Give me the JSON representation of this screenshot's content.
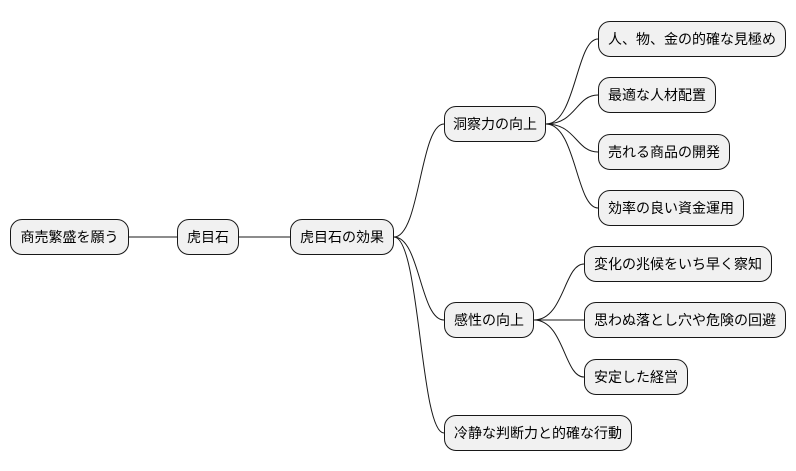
{
  "mindmap": {
    "root": "商売繁盛を願う",
    "level1": "虎目石",
    "level2": "虎目石の効果",
    "branches": [
      {
        "label": "洞察力の向上",
        "children": [
          "人、物、金の的確な見極め",
          "最適な人材配置",
          "売れる商品の開発",
          "効率の良い資金運用"
        ]
      },
      {
        "label": "感性の向上",
        "children": [
          "変化の兆候をいち早く察知",
          "思わぬ落とし穴や危険の回避",
          "安定した経営"
        ]
      },
      {
        "label": "冷静な判断力と的確な行動",
        "children": []
      }
    ]
  }
}
